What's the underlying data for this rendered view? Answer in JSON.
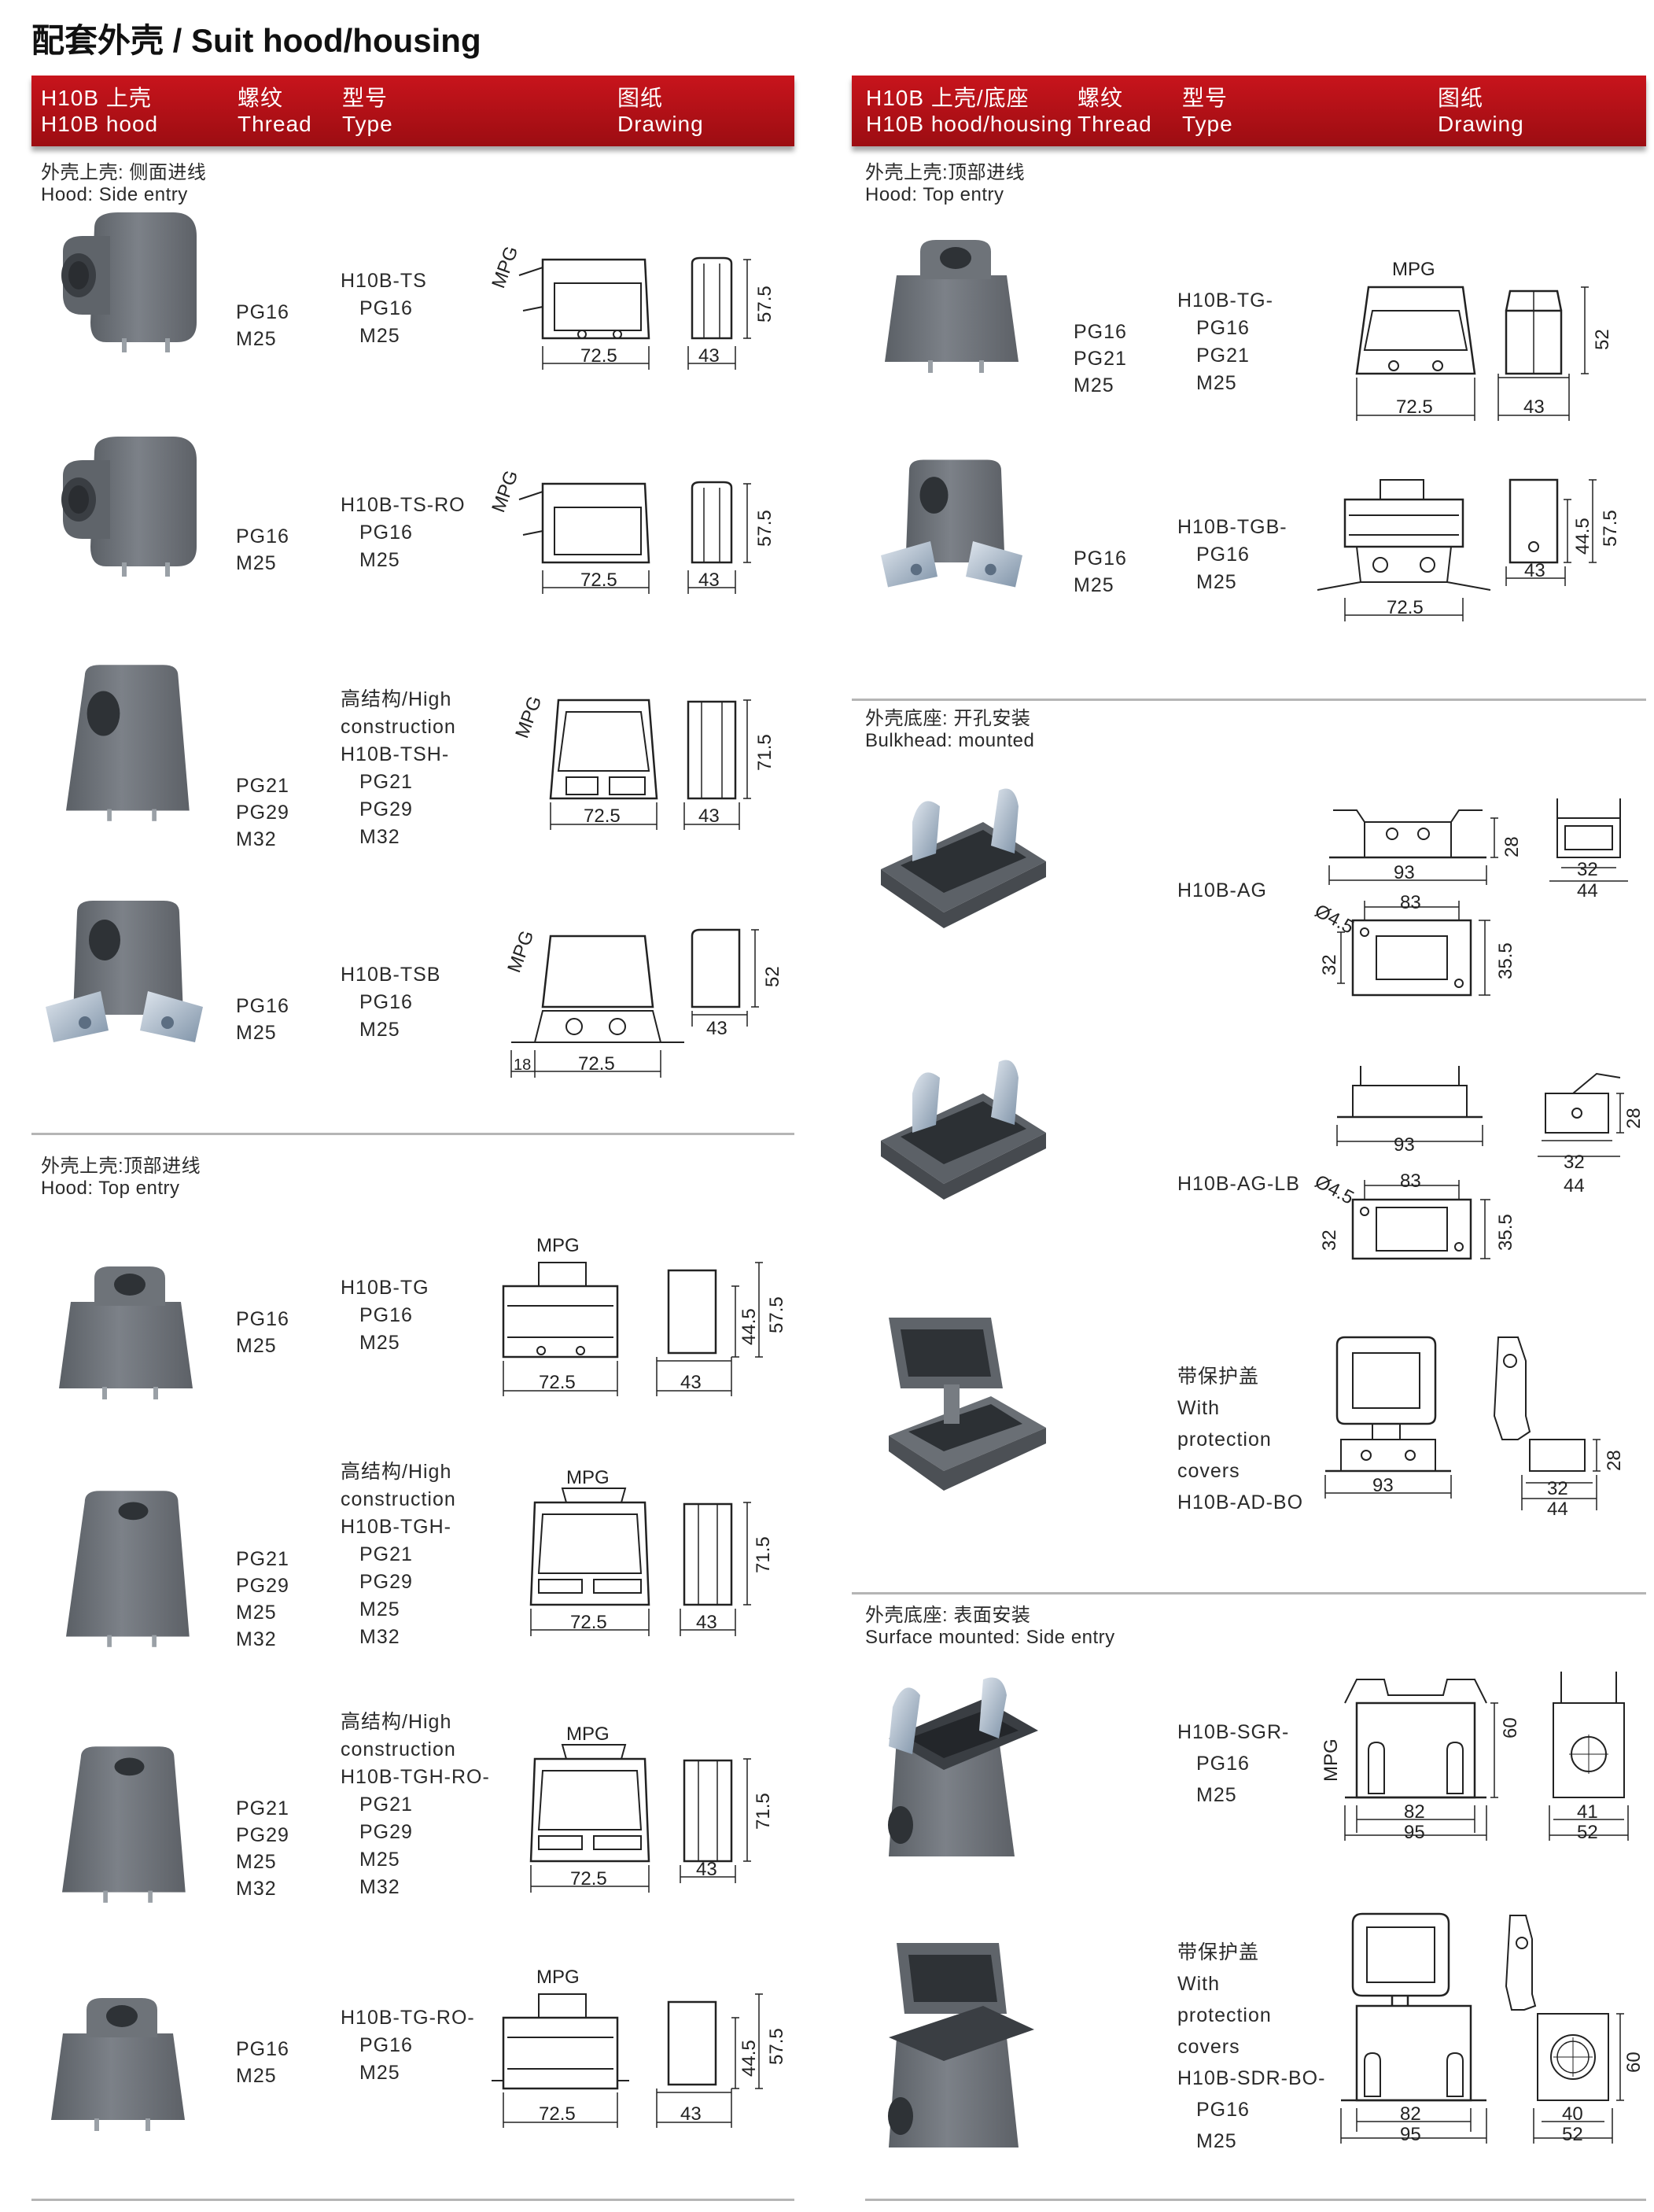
{
  "page_title": "配套外壳 / Suit hood/housing",
  "left_header": {
    "col1_cn": "H10B 上壳",
    "col1_en": "H10B hood",
    "col2_cn": "螺纹",
    "col2_en": "Thread",
    "col3_cn": "型号",
    "col3_en": "Type",
    "col4_cn": "图纸",
    "col4_en": "Drawing"
  },
  "right_header": {
    "col1_cn": "H10B 上壳/底座",
    "col1_en": "H10B hood/housing",
    "col2_cn": "螺纹",
    "col2_en": "Thread",
    "col3_cn": "型号",
    "col3_en": "Type",
    "col4_cn": "图纸",
    "col4_en": "Drawing"
  },
  "sections": {
    "s1": {
      "cn": "外壳上壳: 侧面进线",
      "en": "Hood: Side entry"
    },
    "s2": {
      "cn": "外壳上壳:顶部进线",
      "en": "Hood: Top entry"
    },
    "s3": {
      "cn": "外壳上壳:顶部进线",
      "en": "Hood: Top entry"
    },
    "s4": {
      "cn": "外壳底座: 开孔安装",
      "en": "Bulkhead: mounted"
    },
    "s5": {
      "cn": "外壳底座: 表面安装",
      "en": "Surface mounted: Side entry"
    }
  },
  "mpg": "MPG",
  "items": {
    "ts": {
      "thread": [
        "PG16",
        "M25"
      ],
      "type": [
        "H10B-TS",
        "PG16",
        "M25"
      ],
      "dims": [
        "72.5",
        "43",
        "57.5"
      ]
    },
    "tsro": {
      "thread": [
        "PG16",
        "M25"
      ],
      "type": [
        "H10B-TS-RO",
        "PG16",
        "M25"
      ],
      "dims": [
        "72.5",
        "43",
        "57.5"
      ]
    },
    "tsh": {
      "thread": [
        "PG21",
        "PG29",
        "M32"
      ],
      "type": [
        "高结构/High",
        "construction",
        "H10B-TSH-",
        "PG21",
        "PG29",
        "M32"
      ],
      "dims": [
        "72.5",
        "43",
        "71.5"
      ]
    },
    "tsb": {
      "thread": [
        "PG16",
        "M25"
      ],
      "type": [
        "H10B-TSB",
        "PG16",
        "M25"
      ],
      "dims": [
        "72.5",
        "43",
        "52",
        "18"
      ]
    },
    "tg": {
      "thread": [
        "PG16",
        "M25"
      ],
      "type": [
        "H10B-TG",
        "PG16",
        "M25"
      ],
      "dims": [
        "72.5",
        "43",
        "44.5",
        "57.5"
      ]
    },
    "tgh": {
      "thread": [
        "PG21",
        "PG29",
        "M25",
        "M32"
      ],
      "type": [
        "高结构/High",
        "construction",
        "H10B-TGH-",
        "PG21",
        "PG29",
        "M25",
        "M32"
      ],
      "dims": [
        "72.5",
        "43",
        "71.5"
      ]
    },
    "tghro": {
      "thread": [
        "PG21",
        "PG29",
        "M25",
        "M32"
      ],
      "type": [
        "高结构/High",
        "construction",
        "H10B-TGH-RO-",
        "PG21",
        "PG29",
        "M25",
        "M32"
      ],
      "dims": [
        "72.5",
        "43",
        "71.5"
      ]
    },
    "tgro": {
      "thread": [
        "PG16",
        "M25"
      ],
      "type": [
        "H10B-TG-RO-",
        "PG16",
        "M25"
      ],
      "dims": [
        "72.5",
        "43",
        "44.5",
        "57.5"
      ]
    },
    "rtg": {
      "thread": [
        "PG16",
        "PG21",
        "M25"
      ],
      "type": [
        "H10B-TG-",
        "PG16",
        "PG21",
        "M25"
      ],
      "dims": [
        "72.5",
        "43",
        "52"
      ]
    },
    "rtgb": {
      "thread": [
        "PG16",
        "M25"
      ],
      "type": [
        "H10B-TGB-",
        "PG16",
        "M25"
      ],
      "dims": [
        "72.5",
        "43",
        "44.5",
        "57.5"
      ]
    },
    "ag": {
      "type": [
        "H10B-AG"
      ],
      "dims": [
        "93",
        "28",
        "32",
        "44",
        "83",
        "Ø4.5",
        "32",
        "35.5"
      ]
    },
    "aglb": {
      "type": [
        "H10B-AG-LB"
      ],
      "dims": [
        "93",
        "28",
        "32",
        "44",
        "83",
        "Ø4.5",
        "32",
        "35.5"
      ]
    },
    "adbo": {
      "type": [
        "带保护盖",
        "With",
        "protection",
        "covers",
        "H10B-AD-BO"
      ],
      "dims": [
        "93",
        "28",
        "32",
        "44"
      ]
    },
    "sgr": {
      "type": [
        "H10B-SGR-",
        "PG16",
        "M25"
      ],
      "dims": [
        "82",
        "95",
        "60",
        "41",
        "52"
      ]
    },
    "sdrbo": {
      "type": [
        "带保护盖",
        "With",
        "protection",
        "covers",
        "H10B-SDR-BO-",
        "PG16",
        "M25"
      ],
      "dims": [
        "82",
        "95",
        "60",
        "40",
        "52"
      ]
    }
  }
}
